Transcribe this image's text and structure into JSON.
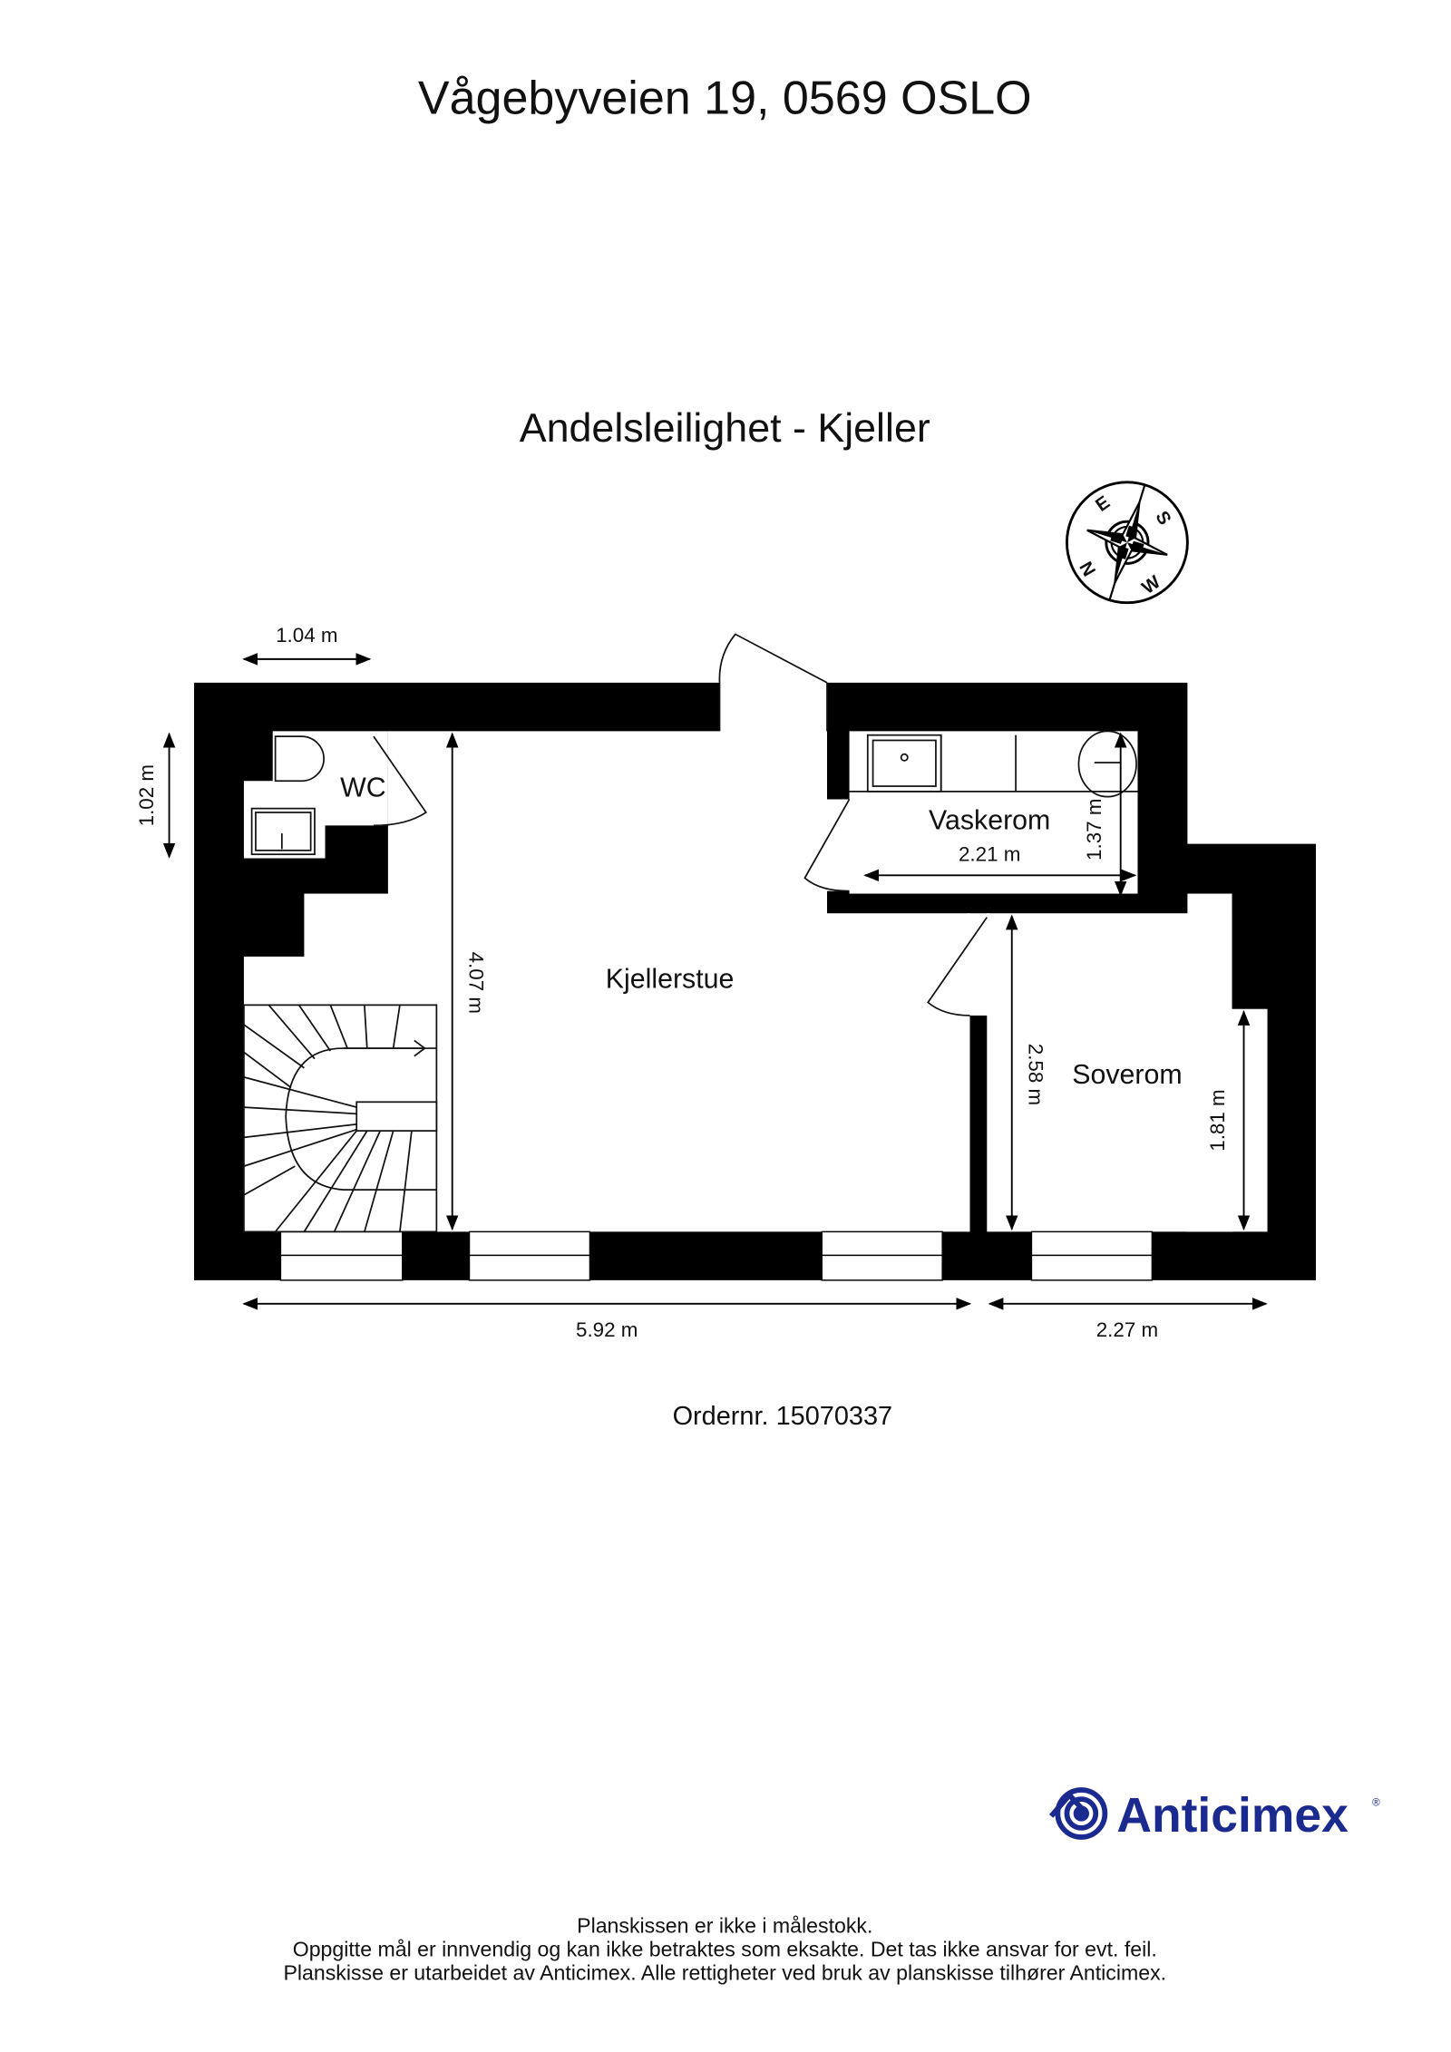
{
  "header": {
    "address": "Vågebyveien 19, 0569 OSLO",
    "subtitle": "Andelsleilighet  - Kjeller"
  },
  "compass": {
    "north": "N",
    "east": "E",
    "south": "S",
    "west": "W"
  },
  "rooms": {
    "wc": "WC",
    "vaskerom": "Vaskerom",
    "kjellerstue": "Kjellerstue",
    "soverom": "Soverom"
  },
  "dimensions": {
    "wc_width": "1.04 m",
    "wc_depth": "1.02 m",
    "kjellerstue_depth": "4.07 m",
    "vaskerom_width": "2.21 m",
    "vaskerom_depth": "1.37 m",
    "soverom_depth": "2.58 m",
    "soverom_inner": "1.81 m",
    "total_width_left": "5.92 m",
    "soverom_width": "2.27 m"
  },
  "order": "Ordernr. 15070337",
  "footer": {
    "line1": "Planskissen er ikke i målestokk.",
    "line2": "Oppgitte mål er innvendig og kan ikke betraktes som eksakte. Det tas ikke ansvar for evt. feil.",
    "line3": "Planskisse er utarbeidet av Anticimex. Alle rettigheter ved bruk av planskisse tilhører Anticimex."
  },
  "logo": {
    "text": "Anticimex",
    "color": "#1b2a8f"
  }
}
